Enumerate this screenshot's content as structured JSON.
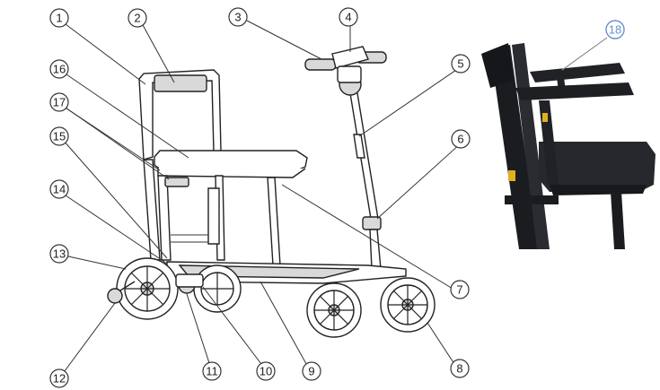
{
  "callouts": [
    {
      "id": "c1",
      "label": "1"
    },
    {
      "id": "c2",
      "label": "2"
    },
    {
      "id": "c3",
      "label": "3"
    },
    {
      "id": "c4",
      "label": "4"
    },
    {
      "id": "c5",
      "label": "5"
    },
    {
      "id": "c6",
      "label": "6"
    },
    {
      "id": "c7",
      "label": "7"
    },
    {
      "id": "c8",
      "label": "8"
    },
    {
      "id": "c9",
      "label": "9"
    },
    {
      "id": "c10",
      "label": "10"
    },
    {
      "id": "c11",
      "label": "11"
    },
    {
      "id": "c12",
      "label": "12"
    },
    {
      "id": "c13",
      "label": "13"
    },
    {
      "id": "c14",
      "label": "14"
    },
    {
      "id": "c15",
      "label": "15"
    },
    {
      "id": "c16",
      "label": "16"
    },
    {
      "id": "c17",
      "label": "17"
    },
    {
      "id": "c18",
      "label": "18"
    }
  ],
  "colors": {
    "line": "#222222",
    "photo_bg": "#ffffff",
    "photo_dark": "#1a1c20",
    "callout18_ring": "#6a8fd0"
  }
}
